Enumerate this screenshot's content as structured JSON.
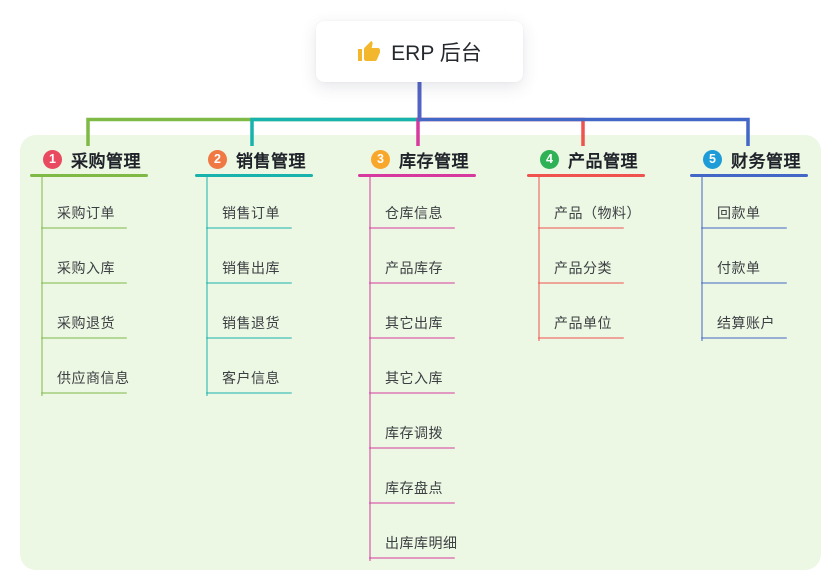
{
  "root": {
    "label": "ERP 后台",
    "icon": "thumbs-up-icon",
    "icon_color": "#F2B72C"
  },
  "canvas": {
    "panel_bg": "#ECF7E4",
    "trunk_color": "#5363C5"
  },
  "branches": [
    {
      "badge": "1",
      "badge_color": "#E94A60",
      "line_color": "#7FBA47",
      "title": "采购管理",
      "children": [
        "采购订单",
        "采购入库",
        "采购退货",
        "供应商信息"
      ]
    },
    {
      "badge": "2",
      "badge_color": "#F07843",
      "line_color": "#17B3AC",
      "title": "销售管理",
      "children": [
        "销售订单",
        "销售出库",
        "销售退货",
        "客户信息"
      ]
    },
    {
      "badge": "3",
      "badge_color": "#F9A72B",
      "line_color": "#D63A9E",
      "title": "库存管理",
      "children": [
        "仓库信息",
        "产品库存",
        "其它出库",
        "其它入库",
        "库存调拨",
        "库存盘点",
        "出库库明细"
      ]
    },
    {
      "badge": "4",
      "badge_color": "#2FB156",
      "line_color": "#F0524E",
      "title": "产品管理",
      "children": [
        "产品（物料）",
        "产品分类",
        "产品单位"
      ]
    },
    {
      "badge": "5",
      "badge_color": "#1E9CD7",
      "line_color": "#4267C6",
      "title": "财务管理",
      "children": [
        "回款单",
        "付款单",
        "结算账户"
      ]
    }
  ]
}
